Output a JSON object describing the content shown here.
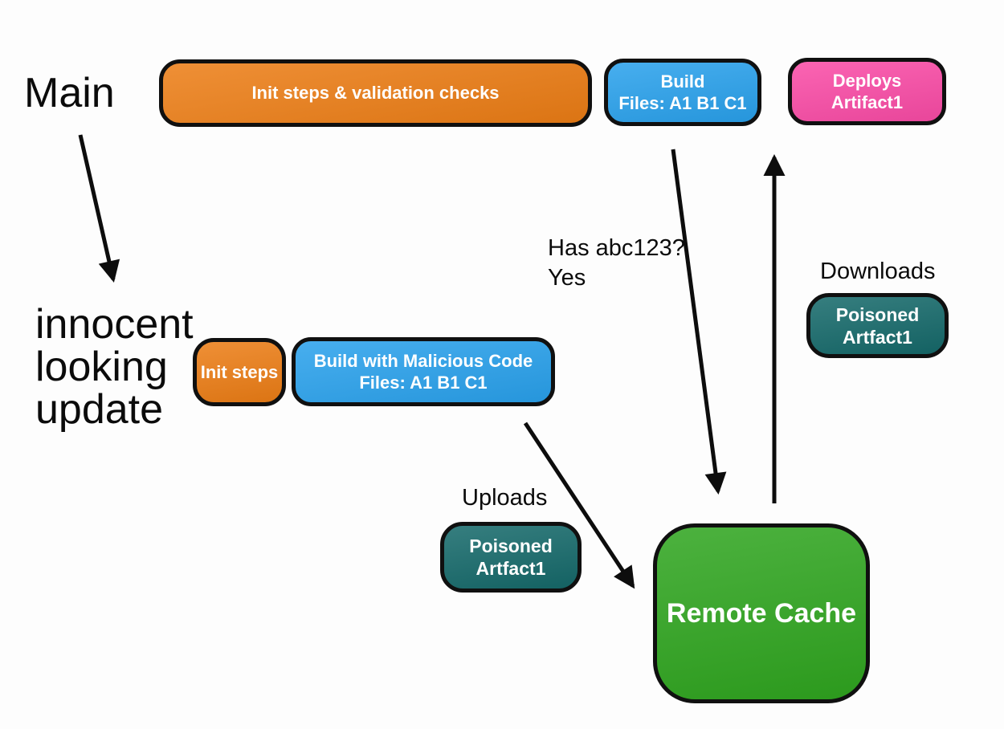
{
  "labels": {
    "main": "Main",
    "innocent_update": "innocent\nlooking\nupdate",
    "has_hash": "Has abc123?\nYes",
    "downloads": "Downloads",
    "uploads": "Uploads"
  },
  "nodes": {
    "init_validation": {
      "label": "Init steps & validation checks",
      "color": "#EC7D15"
    },
    "build": {
      "label": "Build\nFiles: A1 B1 C1",
      "color": "#29A1EC"
    },
    "deploys": {
      "label": "Deploys\nArtifact1",
      "color": "#FA4BA6"
    },
    "init_steps": {
      "label": "Init steps",
      "color": "#EC7D15"
    },
    "build_malicious": {
      "label": "Build with Malicious Code\nFiles: A1 B1 C1",
      "color": "#29A1EC"
    },
    "poisoned_upload": {
      "label": "Poisoned\nArtfact1",
      "color": "#15696A"
    },
    "poisoned_download": {
      "label": "Poisoned\nArtfact1",
      "color": "#15696A"
    },
    "remote_cache": {
      "label": "Remote Cache",
      "color": "#2FA51F"
    }
  },
  "arrows": {
    "stroke_color": "#0d0d0d"
  }
}
